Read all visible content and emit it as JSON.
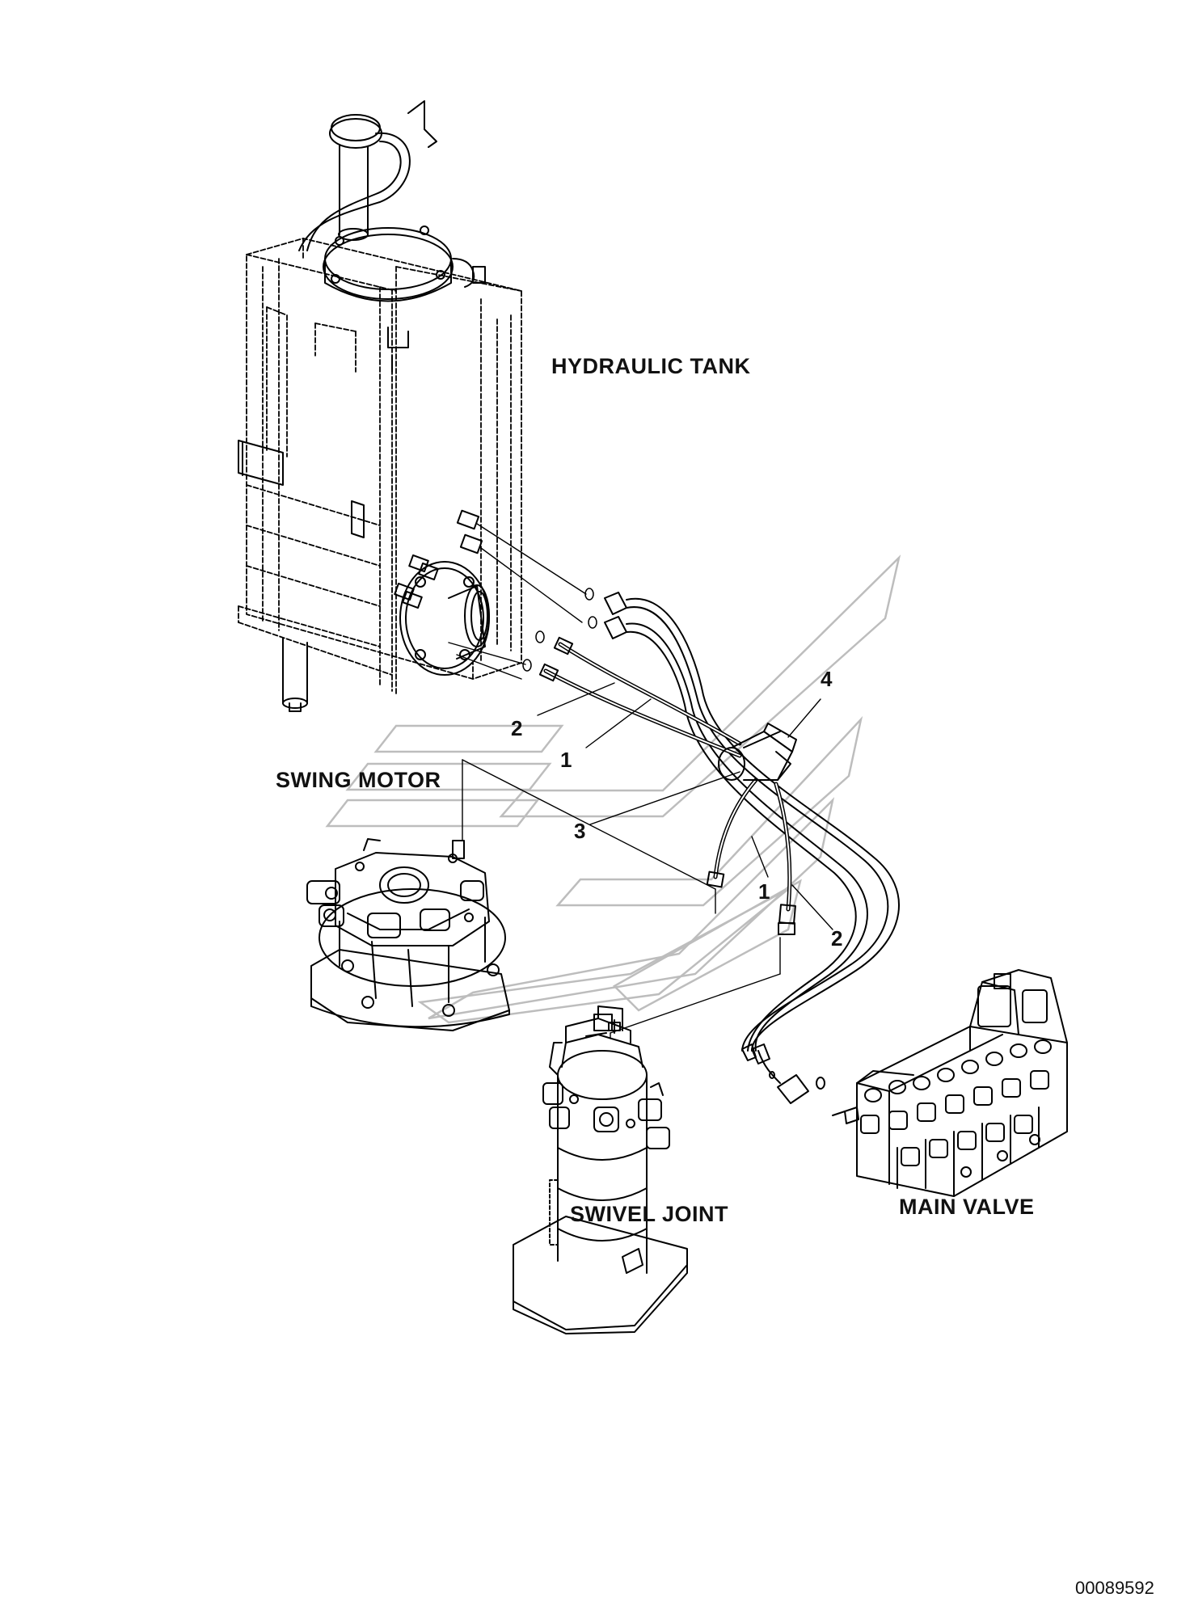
{
  "labels": {
    "hydraulic_tank": "HYDRAULIC TANK",
    "swing_motor": "SWING MOTOR",
    "swivel_joint": "SWIVEL JOINT",
    "main_valve": "MAIN VALVE"
  },
  "callouts": {
    "hose_1_upper": "1",
    "hose_2_upper": "2",
    "clamp_3": "3",
    "clamp_4": "4",
    "hose_1_lower": "1",
    "hose_2_lower": "2"
  },
  "document_number": "00089592"
}
